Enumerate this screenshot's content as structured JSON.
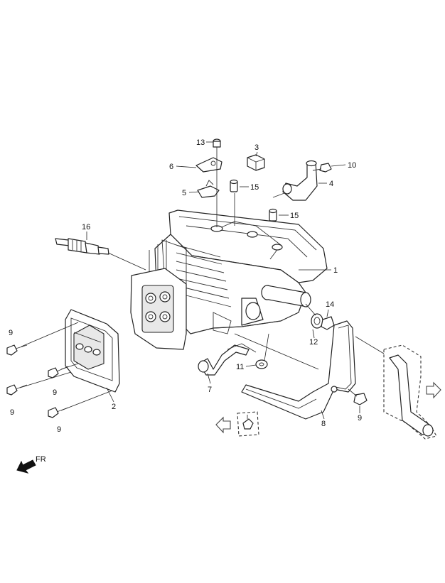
{
  "callouts": {
    "c1": "1",
    "c2": "2",
    "c3": "3",
    "c4": "4",
    "c5": "5",
    "c6": "6",
    "c7": "7",
    "c8": "8",
    "c9a": "9",
    "c9b": "9",
    "c9c": "9",
    "c9d": "9",
    "c9e": "9",
    "c10": "10",
    "c11": "11",
    "c12": "12",
    "c13": "13",
    "c14": "14",
    "c15a": "15",
    "c15b": "15",
    "c16": "16"
  },
  "direction": {
    "label": "FR"
  },
  "icons": {
    "front_arrow": "front-direction-arrow-icon",
    "left_flow": "flow-arrow-left-icon",
    "right_flow": "flow-arrow-right-icon"
  }
}
